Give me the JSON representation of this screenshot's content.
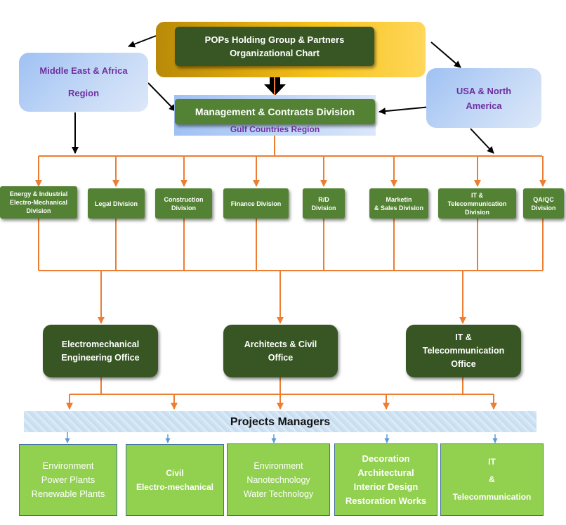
{
  "title": {
    "line1": "POPs Holding Group & Partners",
    "line2": "Organizational Chart"
  },
  "regions": {
    "middle_east": {
      "line1": "Middle East & Africa",
      "line2": "Region"
    },
    "usa": {
      "line1": "USA & North",
      "line2": "America"
    }
  },
  "management": {
    "label": "Management & Contracts Division",
    "region": "Gulf Countries Region"
  },
  "divisions": [
    {
      "lines": [
        "Energy & Industrial",
        "Electro-Mechanical",
        "Division"
      ]
    },
    {
      "lines": [
        "Legal Division"
      ]
    },
    {
      "lines": [
        "Construction",
        "Division"
      ]
    },
    {
      "lines": [
        "Finance Division"
      ]
    },
    {
      "lines": [
        "R/D",
        "Division"
      ]
    },
    {
      "lines": [
        "Marketin",
        "& Sales Division"
      ]
    },
    {
      "lines": [
        "IT &",
        "Telecommunication",
        "Division"
      ]
    },
    {
      "lines": [
        "QA/QC",
        "Division"
      ]
    }
  ],
  "offices": [
    {
      "lines": [
        "Electromechanical",
        "Engineering  Office"
      ]
    },
    {
      "lines": [
        "Architects  & Civil",
        "Office"
      ]
    },
    {
      "lines": [
        "IT &",
        "Telecommunication",
        "Office"
      ]
    }
  ],
  "projects_managers": {
    "label": "Projects Managers"
  },
  "projects": [
    {
      "lines": [
        "Environment",
        "Power Plants",
        "Renewable Plants"
      ],
      "bold": false
    },
    {
      "lines": [
        "Civil",
        "Electro-mechanical"
      ],
      "bold": true
    },
    {
      "lines": [
        "Environment",
        "Nanotechnology",
        "Water Technology"
      ],
      "bold": false
    },
    {
      "lines": [
        "Decoration",
        "Architectural",
        "Interior Design",
        "Restoration Works"
      ],
      "bold": true
    },
    {
      "lines": [
        "IT",
        "&",
        "Telecommunication"
      ],
      "bold": true
    }
  ],
  "colors": {
    "connector_orange": "#ed7d31",
    "connector_blue": "#5b9bd5",
    "dark_green": "#375623",
    "mid_green": "#548235",
    "light_green": "#92d050",
    "region_text": "#7030a0"
  }
}
